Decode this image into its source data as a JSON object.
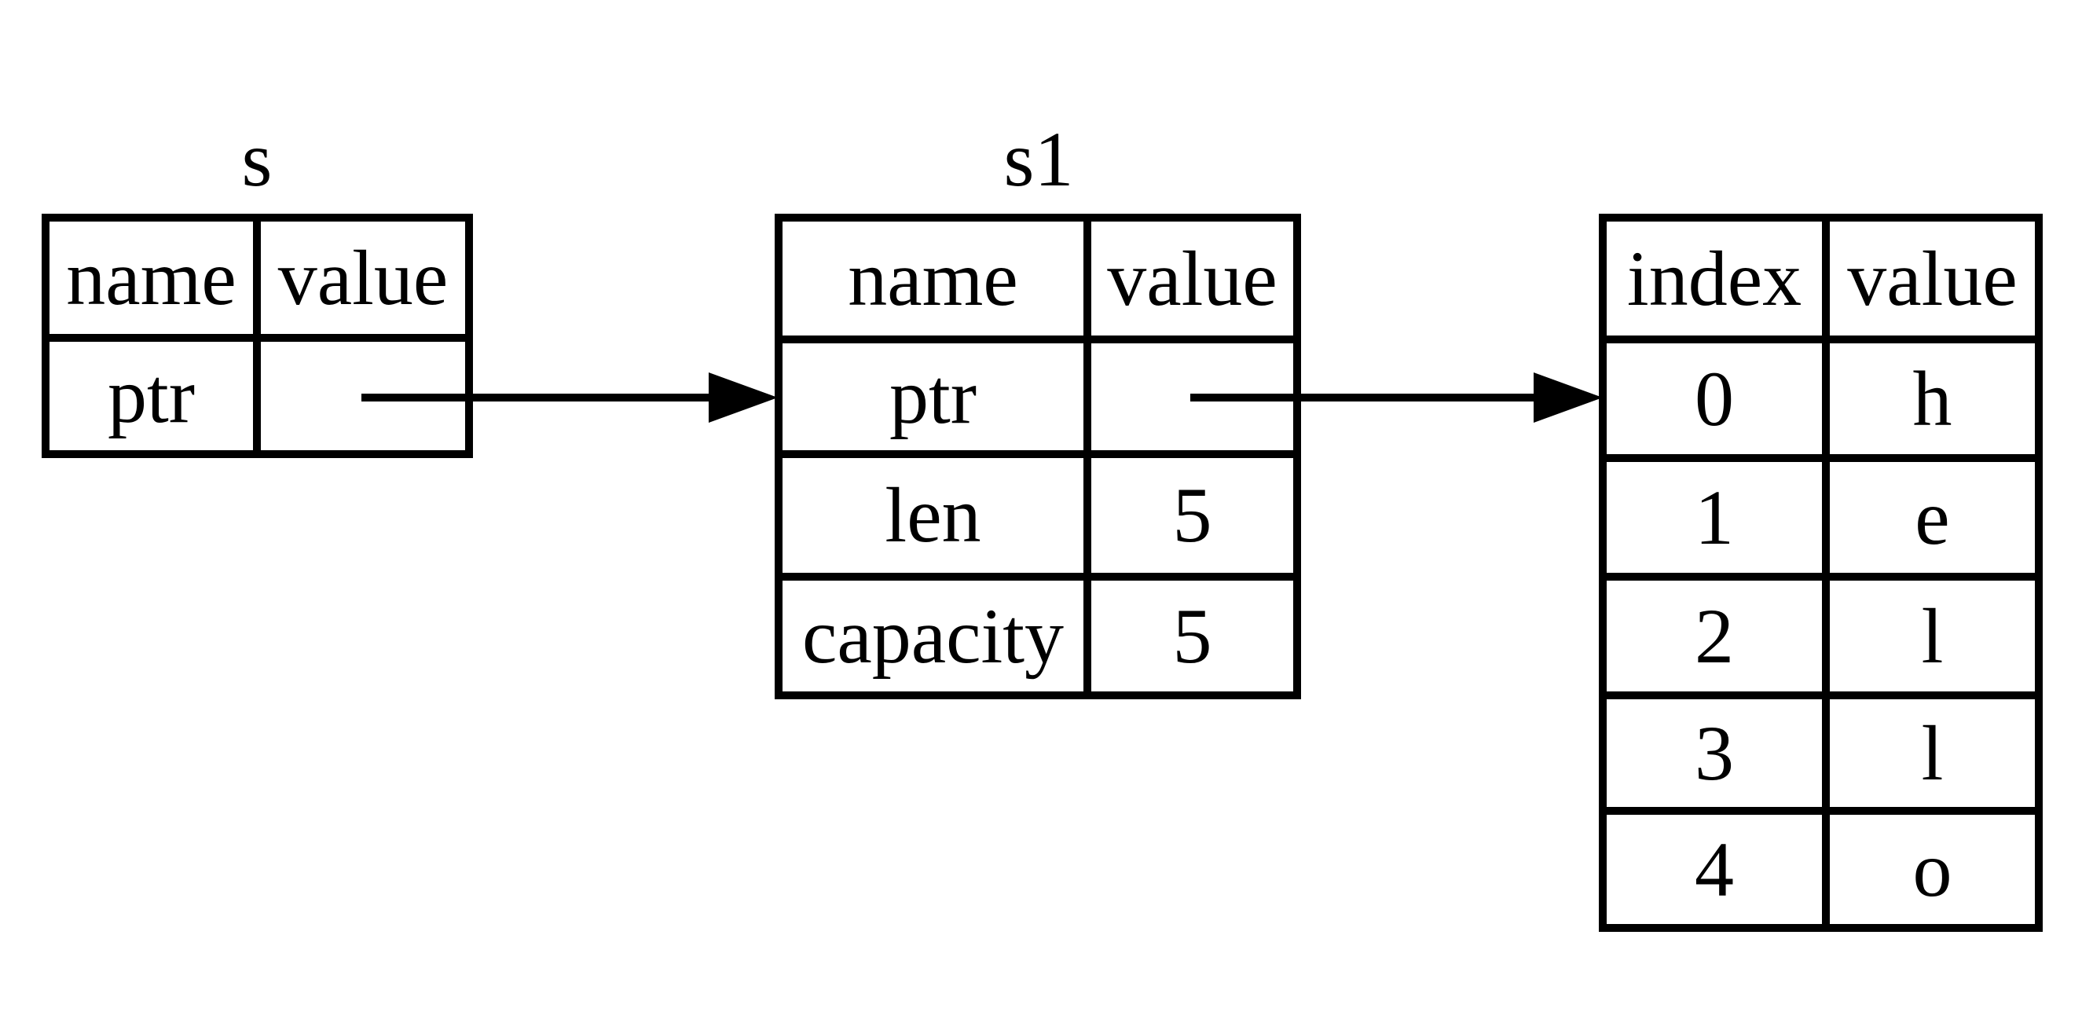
{
  "colors": {
    "ink": "#000000",
    "background": "#ffffff"
  },
  "diagram": {
    "stack_frames": [
      {
        "label": "s",
        "columns": [
          "name",
          "value"
        ],
        "rows": [
          {
            "name": "ptr",
            "value": ""
          }
        ]
      },
      {
        "label": "s1",
        "columns": [
          "name",
          "value"
        ],
        "rows": [
          {
            "name": "ptr",
            "value": ""
          },
          {
            "name": "len",
            "value": "5"
          },
          {
            "name": "capacity",
            "value": "5"
          }
        ]
      }
    ],
    "heap": {
      "columns": [
        "index",
        "value"
      ],
      "rows": [
        {
          "index": "0",
          "value": "h"
        },
        {
          "index": "1",
          "value": "e"
        },
        {
          "index": "2",
          "value": "l"
        },
        {
          "index": "3",
          "value": "l"
        },
        {
          "index": "4",
          "value": "o"
        }
      ]
    }
  }
}
